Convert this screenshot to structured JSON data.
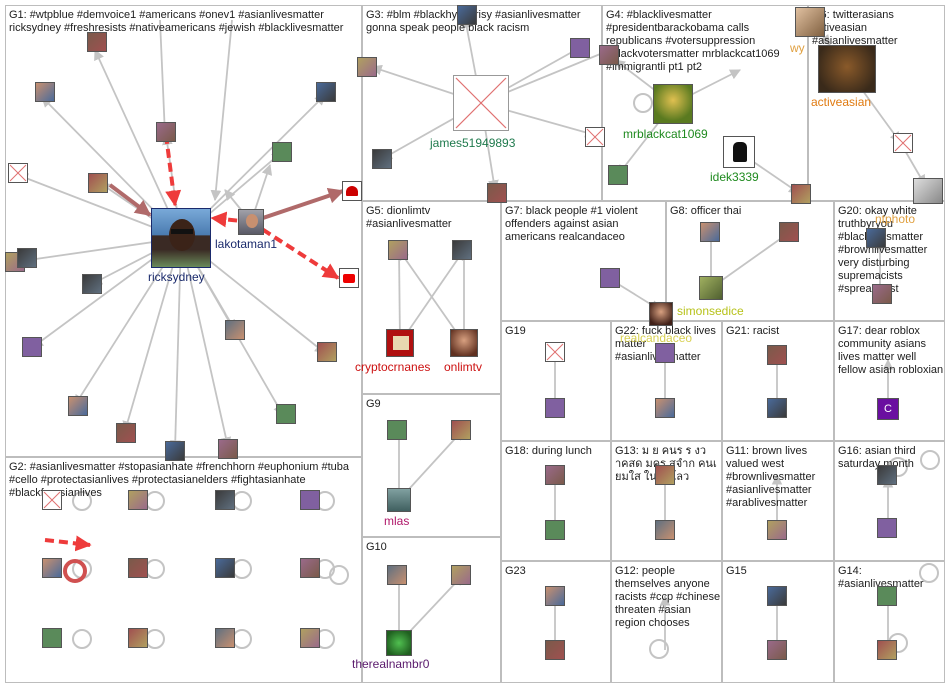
{
  "groups": [
    {
      "id": "G1",
      "label": "G1: #wtpblue #demvoice1 #americans #onev1 #asianlivesmatter ricksydney #freshresists #nativeamericans #jewish #blacklivesmatter"
    },
    {
      "id": "G2",
      "label": "G2: #asianlivesmatter #stopasianhate #frenchhorn #euphonium #tuba #cello #protectasianlives #protectasianelders #fightasianhate #blackforasianlives"
    },
    {
      "id": "G3",
      "label": "G3: #blm #blackhypocrisy #asianlivesmatter gonna speak people black racism"
    },
    {
      "id": "G4",
      "label": "G4: #blacklivesmatter #presidentbarackobama calls republicans #votersuppression #blackvotersmatter mrblackcat1069 #immigrantli pt1 pt2"
    },
    {
      "id": "G5",
      "label": "G5: dionlimtv #asianlivesmatter"
    },
    {
      "id": "G6",
      "label": "G6: twitterasians activeasian #asianlivesmatter"
    },
    {
      "id": "G7",
      "label": "G7: black people #1 violent offenders against asian americans realcandaceo"
    },
    {
      "id": "G8",
      "label": "G8: officer thai"
    },
    {
      "id": "G9",
      "label": "G9"
    },
    {
      "id": "G10",
      "label": "G10"
    },
    {
      "id": "G11",
      "label": "G11: brown lives valued west #brownlivesmatter #asianlivesmatter #arablivesmatter"
    },
    {
      "id": "G12",
      "label": "G12: people themselves anyone racists #ccp #chinese threaten #asian region chooses"
    },
    {
      "id": "G13",
      "label": "G13: ม ย คนร ร งว าคสด มคร สจำก คนเ ยมใส ในชาโลว"
    },
    {
      "id": "G14",
      "label": "G14: #asianlivesmatter"
    },
    {
      "id": "G15",
      "label": "G15"
    },
    {
      "id": "G16",
      "label": "G16: asian third saturday month"
    },
    {
      "id": "G17",
      "label": "G17: dear roblox community asians lives matter well fellow asian robloxian"
    },
    {
      "id": "G18",
      "label": "G18: during lunch"
    },
    {
      "id": "G19",
      "label": "G19"
    },
    {
      "id": "G20",
      "label": "G20: okay white truthbyryou #blacklivesmatter #brownlivesmatter very disturbing supremacists #spread fast"
    },
    {
      "id": "G21",
      "label": "G21: racist"
    },
    {
      "id": "G22",
      "label": "G22: fuck black lives matter #asianlivesmatter"
    },
    {
      "id": "G23",
      "label": "G23"
    }
  ],
  "node_labels": {
    "ricksydney": "ricksydney",
    "lakotaman1": "lakotaman1",
    "james51949893": "james51949893",
    "mrblackcat1069": "mrblackcat1069",
    "idek3339": "idek3339",
    "activeasian": "activeasian",
    "wy": "wy",
    "ntphoto": "ntphoto",
    "cryptocrnanes": "cryptocrnanes",
    "onlimtv": "onlimtv",
    "simonsedice": "simonsedice",
    "realcandaceo": "realcandaceo",
    "mlas": "mlas",
    "therealnambr0": "therealnambr0",
    "c_letter": "C"
  },
  "colors": {
    "box_border": "#bdbdbd",
    "edge": "#c4c4c4",
    "edge_red": "#ee3b3b",
    "edge_brown": "#b06a6a",
    "ricksydney": "#1a2a6c",
    "lakotaman1": "#1a2a6c",
    "james": "#1f7a4d",
    "mrblackcat": "#1f8a1f",
    "idek": "#1f8a1f",
    "activeasian": "#e07a10",
    "ntphoto": "#e0a040",
    "crypto": "#cc1111",
    "simonsedice": "#b7c21a",
    "realcandaceo": "#d8d050",
    "mlas": "#b0186a",
    "therealnambr0": "#5a1a6c"
  }
}
